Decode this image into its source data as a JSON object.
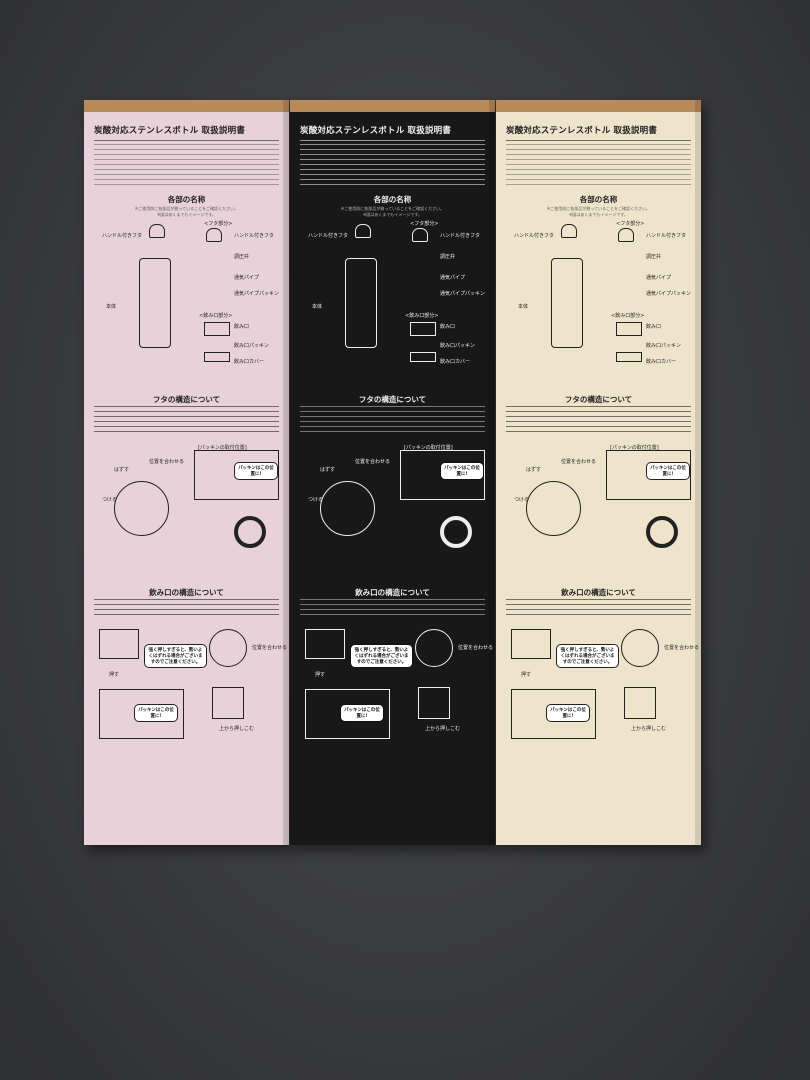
{
  "boxes": [
    {
      "id": "pink",
      "color": "#e9d1da"
    },
    {
      "id": "black",
      "color": "#181818"
    },
    {
      "id": "cream",
      "color": "#eee4cc"
    }
  ],
  "text": {
    "title": "炭酸対応ステンレスボトル 取扱説明書",
    "parts_heading": "各部の名称",
    "parts_note1": "※ご使用前に各部品が揃っていることをご確認ください。",
    "parts_note2": "※図はあくまでもイメージです。",
    "lid_assembly": "<フタ部分>",
    "handle_lid": "ハンドル付きフタ",
    "pressure_valve": "調圧弁",
    "vent_pipe": "通気パイプ",
    "vent_pipe_packing": "通気パイプパッキン",
    "body": "本体",
    "mouth_assembly": "<飲み口部分>",
    "mouth": "飲み口",
    "mouth_packing": "飲み口パッキン",
    "mouth_cover": "飲み口カバー",
    "lid_structure": "フタの構造について",
    "remove": "はずす",
    "attach": "つける",
    "align": "位置を合わせる",
    "packing_position": "[パッキンの取付位置]",
    "packing_here": "パッキンはこの位置に!",
    "mouth_structure": "飲み口の構造について",
    "push": "押す",
    "press_from_top": "上から押しこむ",
    "warning": "強く押しすぎると、勢いよくはずれる場合がございますのでご注意ください。",
    "align_position": "位置を合わせる"
  }
}
